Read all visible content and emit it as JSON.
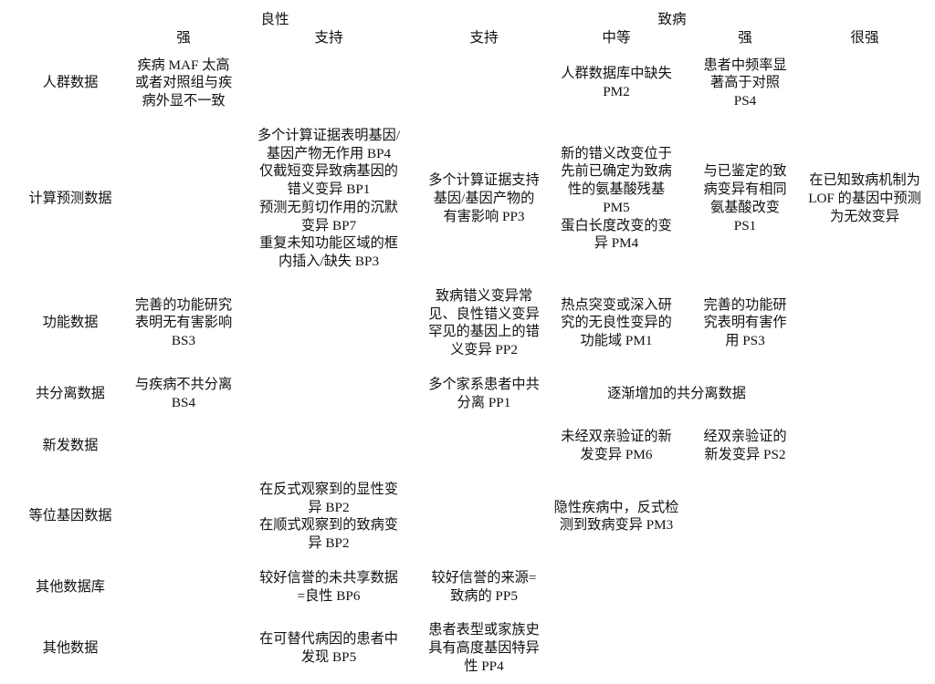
{
  "table": {
    "groups": [
      {
        "label": "良性",
        "span": 2
      },
      {
        "label": "致病",
        "span": 4
      }
    ],
    "columns": [
      {
        "label": ""
      },
      {
        "label": "强"
      },
      {
        "label": "支持"
      },
      {
        "label": "支持"
      },
      {
        "label": "中等"
      },
      {
        "label": "强"
      },
      {
        "label": "很强"
      }
    ],
    "rows": [
      {
        "label": "人群数据",
        "cells": [
          {
            "lines": [
              "疾病 MAF 太高",
              "或者对照组与疾",
              "病外显不一致"
            ]
          },
          {
            "lines": []
          },
          {
            "lines": []
          },
          {
            "lines": [
              "人群数据库中缺失",
              "PM2"
            ]
          },
          {
            "lines": [
              "患者中频率显",
              "著高于对照",
              "PS4"
            ]
          },
          {
            "lines": []
          }
        ]
      },
      {
        "label": "计算预测数据",
        "cells": [
          {
            "lines": []
          },
          {
            "lines": [
              "多个计算证据表明基因/",
              "基因产物无作用 BP4",
              "仅截短变异致病基因的",
              "错义变异 BP1",
              "预测无剪切作用的沉默",
              "变异 BP7",
              "重复未知功能区域的框",
              "内插入/缺失 BP3"
            ]
          },
          {
            "lines": [
              "多个计算证据支持",
              "基因/基因产物的",
              "有害影响 PP3"
            ]
          },
          {
            "lines": [
              "新的错义改变位于",
              "先前已确定为致病",
              "性的氨基酸残基",
              "PM5",
              "蛋白长度改变的变",
              "异 PM4"
            ]
          },
          {
            "lines": [
              "与已鉴定的致",
              "病变异有相同",
              "氨基酸改变",
              "PS1"
            ]
          },
          {
            "lines": [
              "在已知致病机制为",
              "LOF 的基因中预测",
              "为无效变异"
            ]
          }
        ]
      },
      {
        "label": "功能数据",
        "cells": [
          {
            "lines": [
              "完善的功能研究",
              "表明无有害影响",
              "BS3"
            ]
          },
          {
            "lines": []
          },
          {
            "lines": [
              "致病错义变异常",
              "见、良性错义变异",
              "罕见的基因上的错",
              "义变异 PP2"
            ]
          },
          {
            "lines": [
              "热点突变或深入研",
              "究的无良性变异的",
              "功能域 PM1"
            ]
          },
          {
            "lines": [
              "完善的功能研",
              "究表明有害作",
              "用 PS3"
            ]
          },
          {
            "lines": []
          }
        ]
      },
      {
        "label": "共分离数据",
        "cells": [
          {
            "lines": [
              "与疾病不共分离",
              "BS4"
            ]
          },
          {
            "lines": []
          },
          {
            "lines": [
              "多个家系患者中共",
              "分离 PP1"
            ]
          },
          {
            "lines": [
              "逐渐增加的共分离数据"
            ],
            "span": 2
          },
          {
            "lines": []
          }
        ]
      },
      {
        "label": "新发数据",
        "cells": [
          {
            "lines": []
          },
          {
            "lines": []
          },
          {
            "lines": []
          },
          {
            "lines": [
              "未经双亲验证的新",
              "发变异 PM6"
            ]
          },
          {
            "lines": [
              "经双亲验证的",
              "新发变异 PS2"
            ]
          },
          {
            "lines": []
          }
        ]
      },
      {
        "label": "等位基因数据",
        "cells": [
          {
            "lines": []
          },
          {
            "lines": [
              "在反式观察到的显性变",
              "异 BP2",
              "在顺式观察到的致病变",
              "异 BP2"
            ]
          },
          {
            "lines": []
          },
          {
            "lines": [
              "隐性疾病中，反式检",
              "测到致病变异 PM3"
            ]
          },
          {
            "lines": []
          },
          {
            "lines": []
          }
        ]
      },
      {
        "label": "其他数据库",
        "cells": [
          {
            "lines": []
          },
          {
            "lines": [
              "较好信誉的未共享数据",
              "=良性 BP6"
            ]
          },
          {
            "lines": [
              "较好信誉的来源=",
              "致病的 PP5"
            ]
          },
          {
            "lines": []
          },
          {
            "lines": []
          },
          {
            "lines": []
          }
        ]
      },
      {
        "label": "其他数据",
        "cells": [
          {
            "lines": []
          },
          {
            "lines": [
              "在可替代病因的患者中",
              "发现 BP5"
            ]
          },
          {
            "lines": [
              "患者表型或家族史",
              "具有高度基因特异",
              "性 PP4"
            ]
          },
          {
            "lines": []
          },
          {
            "lines": []
          },
          {
            "lines": []
          }
        ]
      }
    ]
  }
}
